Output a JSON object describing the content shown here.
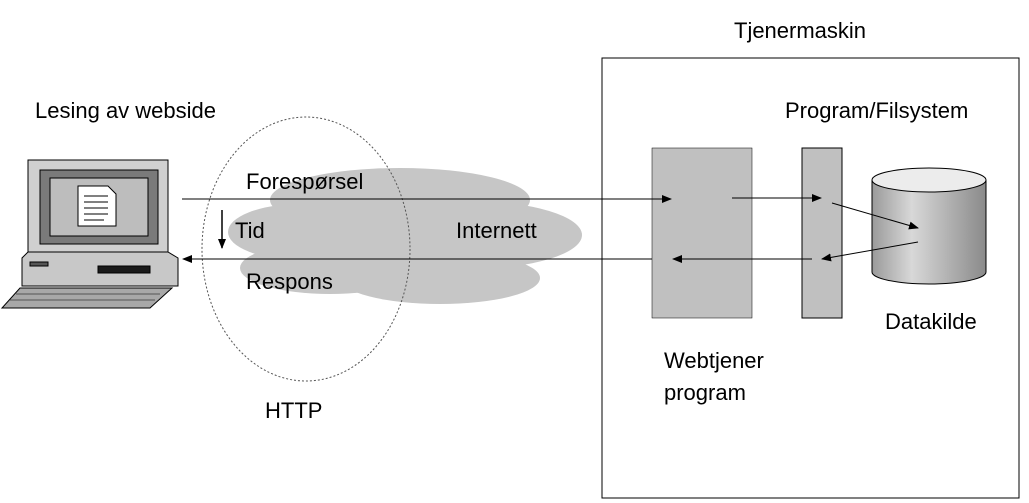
{
  "labels": {
    "client": "Lesing av webside",
    "server_title": "Tjenermaskin",
    "program_fs": "Program/Filsystem",
    "request": "Forespørsel",
    "time": "Tid",
    "internet": "Internett",
    "response": "Respons",
    "http": "HTTP",
    "webserver_line1": "Webtjener",
    "webserver_line2": "program",
    "datasource": "Datakilde"
  },
  "colors": {
    "cloud": "#c6c6c6",
    "box_fill": "#c0c0c0",
    "stroke": "#000000"
  }
}
